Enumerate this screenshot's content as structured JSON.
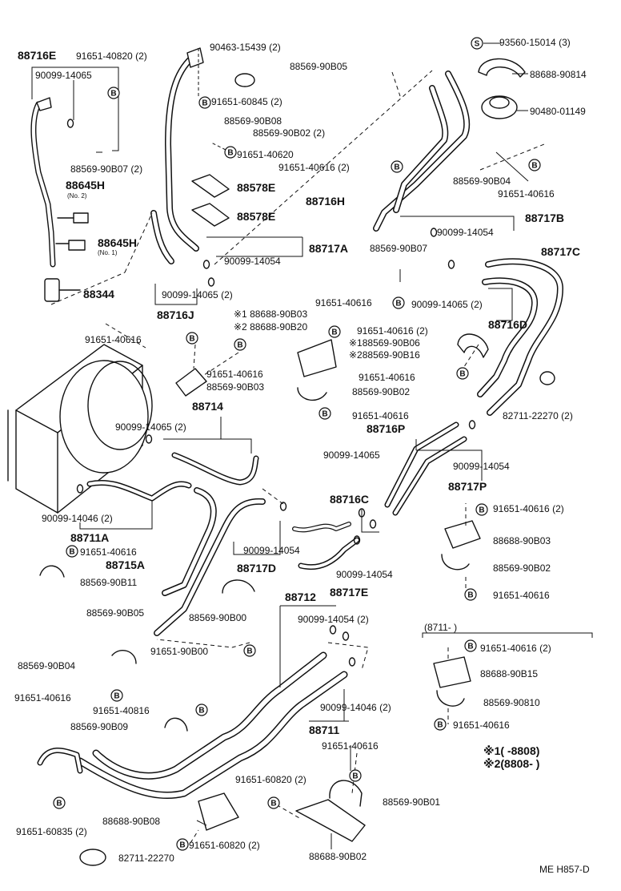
{
  "parts": {
    "p88716E": "88716E",
    "p91651_40820_top": "91651-40820 (2)",
    "p90099_14065_tl": "90099-14065",
    "p88569_90B07_2": "88569-90B07 (2)",
    "p88645H_2": "88645H",
    "p88645H_2_sub": "(No. 2)",
    "p88645H_1": "88645H",
    "p88645H_1_sub": "(No. 1)",
    "p88344": "88344",
    "p90463_15439": "90463-15439 (2)",
    "p91651_60845": "91651-60845 (2)",
    "p88569_90B08": "88569-90B08",
    "p91651_40620": "91651-40620",
    "p88578E_a": "88578E",
    "p88578E_b": "88578E",
    "p88717A": "88717A",
    "p90099_14054_a": "90099-14054",
    "p90099_14065_2_a": "90099-14065 (2)",
    "p88716J": "88716J",
    "p88569_90B05_top": "88569-90B05",
    "p88569_90B02_2": "88569-90B02 (2)",
    "p91651_40616_2_top": "91651-40616 (2)",
    "p93560_15014": "93560-15014 (3)",
    "p88688_90814": "88688-90814",
    "p90480_01149": "90480-01149",
    "p88569_90B04_tr": "88569-90B04",
    "p91651_40616_tr": "91651-40616",
    "p88716H": "88716H",
    "p88717B": "88717B",
    "p90099_14054_b": "90099-14054",
    "p88569_90B07": "88569-90B07",
    "p88717C": "88717C",
    "p91651_40616_mid": "91651-40616",
    "p90099_14065_2_b": "90099-14065 (2)",
    "p88716D": "88716D",
    "p_star1_88688_90B03": "※1 88688-90B03",
    "p_star2_88688_90B20": "※2 88688-90B20",
    "p91651_40616_2_mid": "91651-40616 (2)",
    "p_star1_88569_90B06": "※188569-90B06",
    "p_star2_88569_90B16": "※288569-90B16",
    "p91651_40616_r2": "91651-40616",
    "p88569_90B02_mid": "88569-90B02",
    "p91651_40616_r3": "91651-40616",
    "p82711_22270_2": "82711-22270 (2)",
    "p91651_40616_left": "91651-40616",
    "p91651_40616_c": "91651-40616",
    "p88569_90B03": "88569-90B03",
    "p88714": "88714",
    "p90099_14065_2_c": "90099-14065 (2)",
    "p88716P": "88716P",
    "p90099_14065_c": "90099-14065",
    "p90099_14054_c": "90099-14054",
    "p88717P": "88717P",
    "p90099_14046_2_a": "90099-14046 (2)",
    "p88711A": "88711A",
    "p91651_40616_l2": "91651-40616",
    "p88715A": "88715A",
    "p88569_90B11": "88569-90B11",
    "p88716C": "88716C",
    "p90099_14054_d": "90099-14054",
    "p88717D": "88717D",
    "p90099_14054_e": "90099-14054",
    "p88717E": "88717E",
    "p91651_40616_2_r": "91651-40616 (2)",
    "p88688_90B03_r": "88688-90B03",
    "p88569_90B02_r": "88569-90B02",
    "p91651_40616_r4": "91651-40616",
    "p88569_90B05_l": "88569-90B05",
    "p88569_90B00": "88569-90B00",
    "p88712": "88712",
    "p90099_14054_2": "90099-14054 (2)",
    "p88569_90B04_l": "88569-90B04",
    "p91651_90B00": "91651-90B00",
    "p91651_40616_l3": "91651-40616",
    "p91651_40816": "91651-40816",
    "p88569_90B09": "88569-90B09",
    "p90099_14046_2_b": "90099-14046 (2)",
    "p88711": "88711",
    "p91651_40616_b": "91651-40616",
    "p91651_60820_2_a": "91651-60820 (2)",
    "p88569_90B01": "88569-90B01",
    "p88688_90B08": "88688-90B08",
    "p91651_60835_2": "91651-60835 (2)",
    "p91651_60820_2_b": "91651-60820 (2)",
    "p88688_90B02": "88688-90B02",
    "p82711_22270": "82711-22270",
    "p8711_box": "(8711-          )",
    "p91651_40616_2_box": "91651-40616 (2)",
    "p88688_90B15": "88688-90B15",
    "p88569_90810": "88569-90810",
    "p91651_40616_box": "91651-40616"
  },
  "notes": {
    "note1": "※1(       -8808)",
    "note2": "※2(8808-          )"
  },
  "symbols": {
    "bolt_symbol": "B",
    "screw_symbol": "S"
  },
  "ref_code": "ME H857-D"
}
